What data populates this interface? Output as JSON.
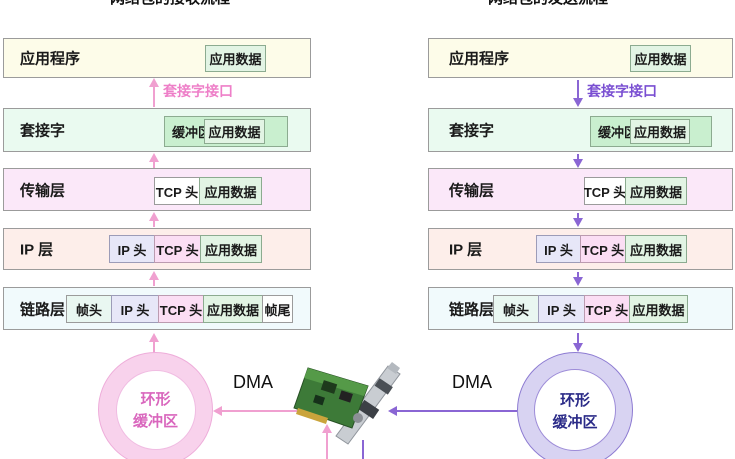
{
  "title_left": "网络包的接收流程",
  "title_right": "网络包的发送流程",
  "left": {
    "socket_interface": "套接字接口",
    "dma": "DMA",
    "ring_line1": "环形",
    "ring_line2": "缓冲区",
    "rows": [
      {
        "label": "应用程序",
        "b0": "应用数据"
      },
      {
        "label": "套接字",
        "buffer": "缓冲区",
        "b0": "应用数据"
      },
      {
        "label": "传输层",
        "b0": "TCP 头",
        "b1": "应用数据"
      },
      {
        "label": "IP 层",
        "b0": "IP 头",
        "b1": "TCP 头",
        "b2": "应用数据"
      },
      {
        "label": "链路层",
        "b0": "帧头",
        "b1": "IP 头",
        "b2": "TCP 头",
        "b3": "应用数据",
        "b4": "帧尾"
      }
    ]
  },
  "right": {
    "socket_interface": "套接字接口",
    "dma": "DMA",
    "ring_line1": "环形",
    "ring_line2": "缓冲区",
    "rows": [
      {
        "label": "应用程序",
        "b0": "应用数据"
      },
      {
        "label": "套接字",
        "buffer": "缓冲区",
        "b0": "应用数据"
      },
      {
        "label": "传输层",
        "b0": "TCP 头",
        "b1": "应用数据"
      },
      {
        "label": "IP 层",
        "b0": "IP 头",
        "b1": "TCP 头",
        "b2": "应用数据"
      },
      {
        "label": "链路层",
        "b0": "帧头",
        "b1": "IP 头",
        "b2": "TCP 头",
        "b3": "应用数据"
      }
    ]
  },
  "icons": {
    "nic": "network-interface-card-photo",
    "left_arrows": "pink-up-arrows",
    "right_arrows": "purple-down-arrows"
  },
  "colors": {
    "receive_accent": "#f0a0d0",
    "send_accent": "#8a66d4",
    "receive_label_text": "#ee7fc8",
    "send_label_text": "#7a4fd2",
    "ring_pink_fill": "#f8d2ec",
    "ring_purple_fill": "#d8d3f2",
    "ring_pink_text": "#d966bd",
    "ring_purple_text": "#2b2b88",
    "row_app_bg": "#fdfce9",
    "row_socket_bg": "#eafaf0",
    "row_transport_bg": "#fbe8f9",
    "row_ip_bg": "#fdeeea",
    "row_link_bg": "#f1fafc"
  }
}
